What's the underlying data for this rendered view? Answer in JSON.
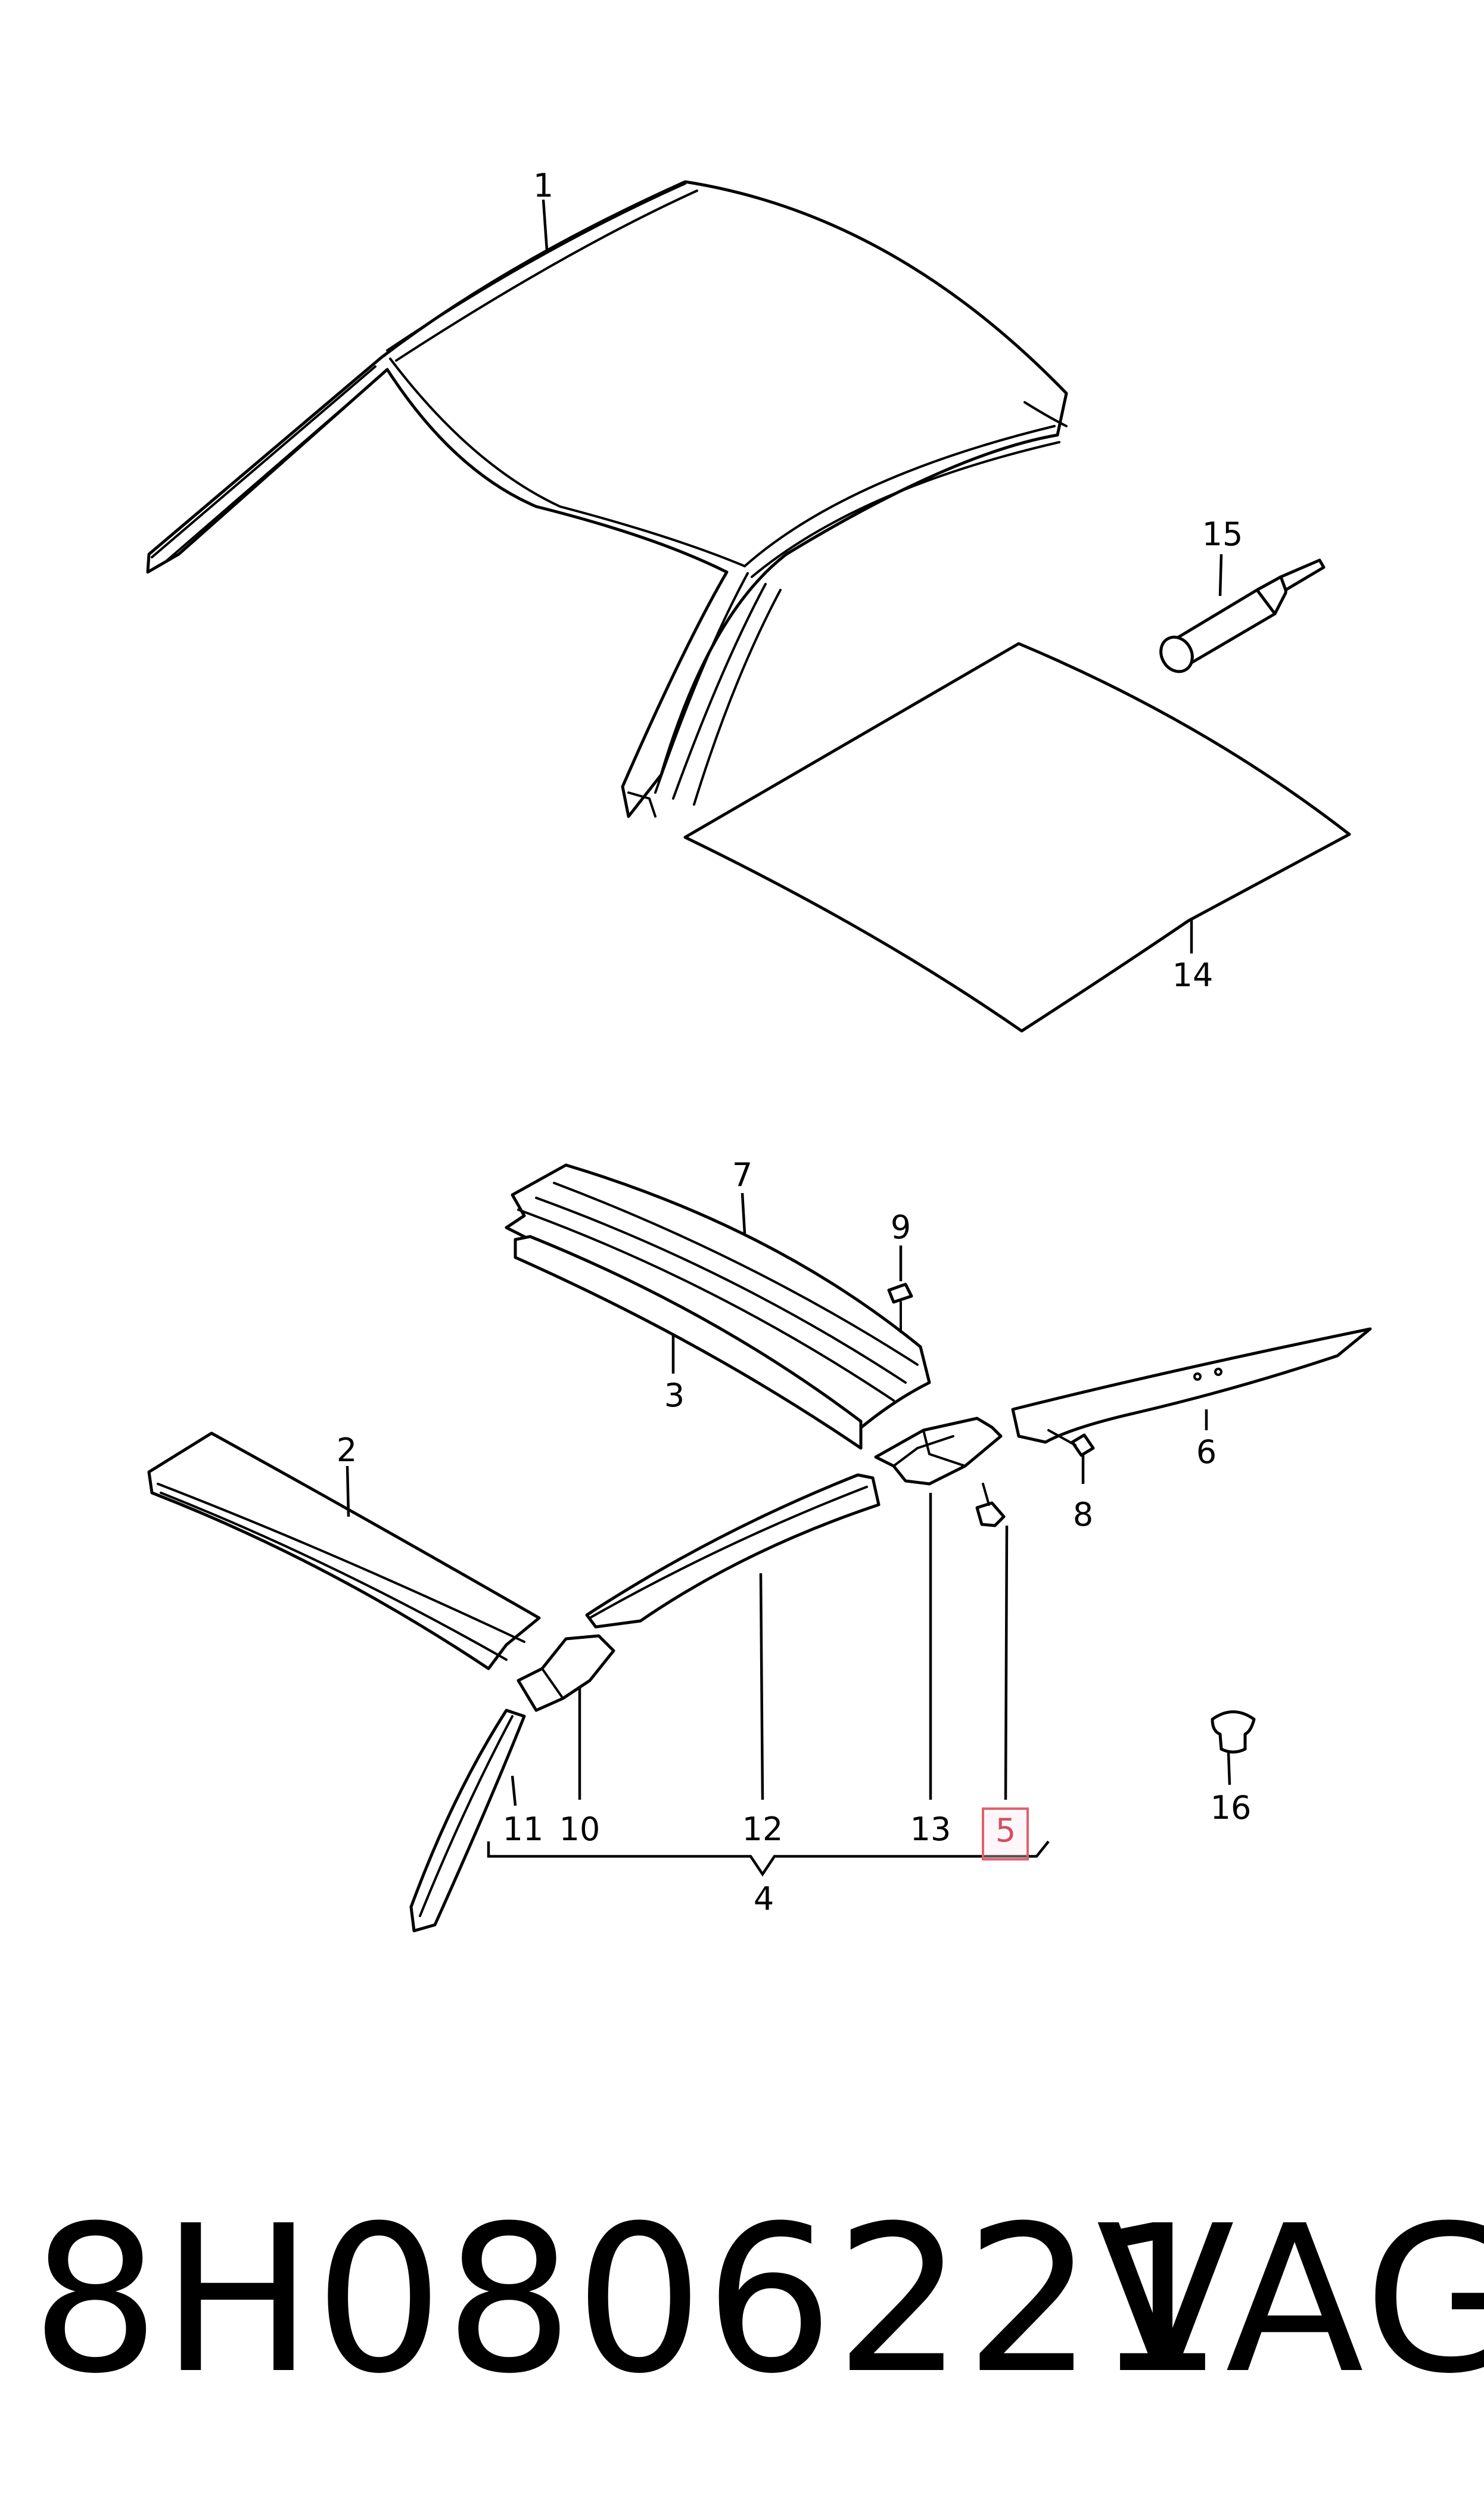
{
  "callouts": {
    "c1": "1",
    "c2": "2",
    "c3": "3",
    "c4": "4",
    "c5": "5",
    "c6": "6",
    "c7": "7",
    "c8": "8",
    "c9": "9",
    "c10": "10",
    "c11": "11",
    "c12": "12",
    "c13": "13",
    "c14": "14",
    "c15": "15",
    "c16": "16"
  },
  "highlighted_callout": "5",
  "highlight_color": "#e0606e",
  "footer": {
    "part_number": "8H0806221",
    "brand": "VAG"
  }
}
